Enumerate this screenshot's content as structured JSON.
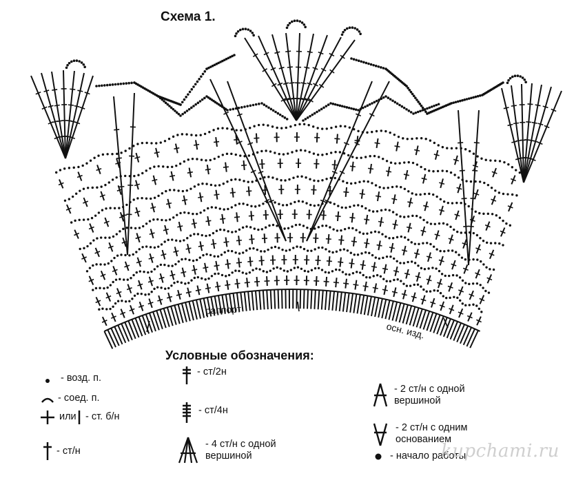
{
  "diagram": {
    "title": "Схема 1.",
    "label_repeat": "раппорт",
    "label_base": "осн. изд."
  },
  "legend": {
    "title": "Условные обозначения:",
    "items": [
      {
        "name": "chain",
        "text": "- возд. п."
      },
      {
        "name": "slip",
        "text": "- соед. п."
      },
      {
        "name": "sc",
        "text": "- ст. б/н",
        "or": "или"
      },
      {
        "name": "dc",
        "text": "- ст/н"
      },
      {
        "name": "tr",
        "text": "- ст/2н"
      },
      {
        "name": "dtr",
        "text": "- ст/4н"
      },
      {
        "name": "cluster4",
        "text": "- 4 ст/н с одной вершиной"
      },
      {
        "name": "cluster2",
        "text": "- 2 ст/н с одной вершиной"
      },
      {
        "name": "shell2",
        "text": "- 2 ст/н с одним основанием"
      },
      {
        "name": "start",
        "text": "- начало работы"
      }
    ]
  },
  "watermark": "kupchami.ru"
}
